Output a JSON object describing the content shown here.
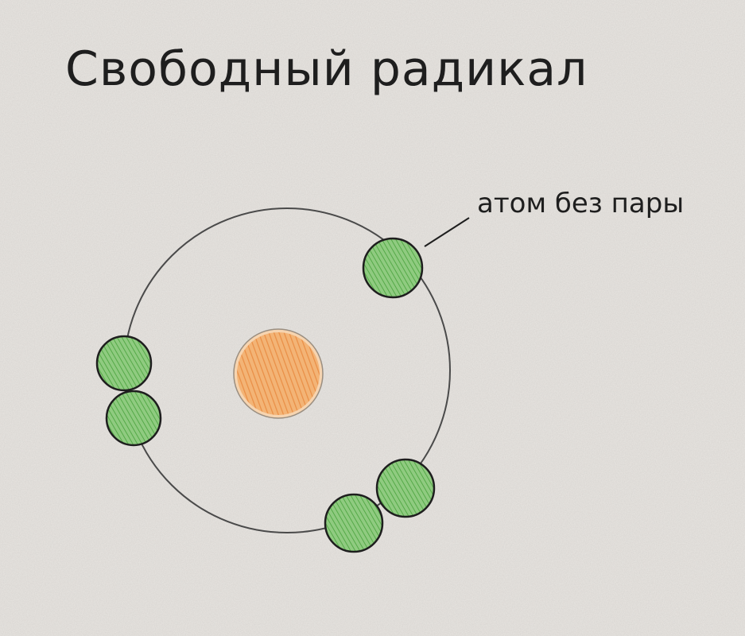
{
  "title": "Свободный радикал",
  "callout": {
    "label": "атом без пары"
  },
  "colors": {
    "paper": "#e9e6e2",
    "ink": "#1e1e1e",
    "orbit": "#4a4a4a",
    "nucleus": "#f0a55a",
    "electron": "#6db860"
  },
  "nucleus": {
    "shape": "circle",
    "fill": "orange"
  },
  "electrons": [
    {
      "id": "unpaired",
      "paired": false
    },
    {
      "id": "left-pair-upper",
      "paired": true
    },
    {
      "id": "left-pair-lower",
      "paired": true
    },
    {
      "id": "bottom-pair-right",
      "paired": true
    },
    {
      "id": "bottom-pair-left",
      "paired": true
    }
  ]
}
